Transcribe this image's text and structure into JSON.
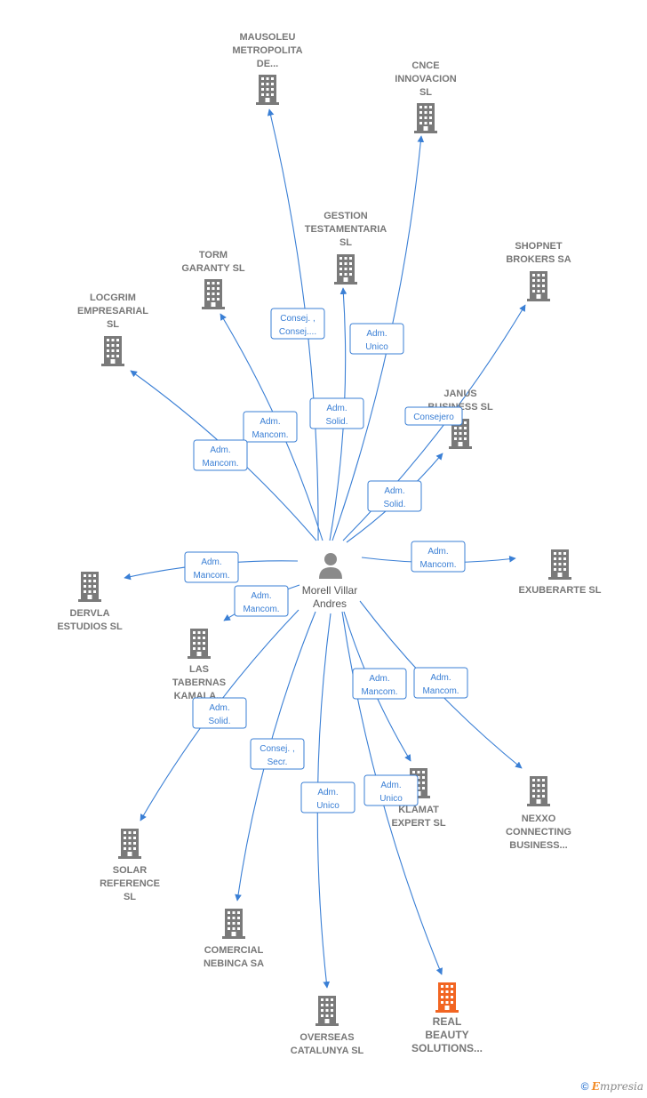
{
  "colors": {
    "edge": "#3a7fd5",
    "building": "#7a7a7a",
    "building_highlight": "#f26522",
    "person": "#8a8a8a"
  },
  "center": {
    "name": [
      "Morell Villar",
      "Andres"
    ],
    "icon": "person-icon"
  },
  "companies": [
    {
      "id": "mausoleu",
      "label": [
        "MAUSOLEU",
        "METROPOLITA",
        "DE..."
      ]
    },
    {
      "id": "cnce",
      "label": [
        "CNCE",
        "INNOVACION",
        "SL"
      ]
    },
    {
      "id": "gestion",
      "label": [
        "GESTION",
        "TESTAMENTARIA",
        "SL"
      ]
    },
    {
      "id": "torm",
      "label": [
        "TORM",
        "GARANTY  SL"
      ]
    },
    {
      "id": "shopnet",
      "label": [
        "SHOPNET",
        "BROKERS SA"
      ]
    },
    {
      "id": "locgrim",
      "label": [
        "LOCGRIM",
        "EMPRESARIAL",
        "SL"
      ]
    },
    {
      "id": "janus",
      "label": [
        "JANUS",
        "BUSINESS SL"
      ]
    },
    {
      "id": "exuberarte",
      "label": [
        "EXUBERARTE SL"
      ]
    },
    {
      "id": "dervla",
      "label": [
        "DERVLA",
        "ESTUDIOS  SL"
      ]
    },
    {
      "id": "tabernas",
      "label": [
        "LAS",
        "TABERNAS",
        "KAMALA..."
      ]
    },
    {
      "id": "klamat",
      "label": [
        "KLAMAT",
        "EXPERT  SL"
      ]
    },
    {
      "id": "nexxo",
      "label": [
        "NEXXO",
        "CONNECTING",
        "BUSINESS..."
      ]
    },
    {
      "id": "solar",
      "label": [
        "SOLAR",
        "REFERENCE",
        "SL"
      ]
    },
    {
      "id": "comercial",
      "label": [
        "COMERCIAL",
        "NEBINCA SA"
      ]
    },
    {
      "id": "overseas",
      "label": [
        "OVERSEAS",
        "CATALUNYA SL"
      ]
    },
    {
      "id": "real",
      "label": [
        "REAL",
        "BEAUTY",
        "SOLUTIONS..."
      ],
      "highlight": true
    }
  ],
  "roles": [
    {
      "to": "mausoleu",
      "text": [
        "Consej. ,",
        "Consej...."
      ]
    },
    {
      "to": "cnce",
      "text": [
        "Adm.",
        "Unico"
      ]
    },
    {
      "to": "gestion",
      "text": [
        "Adm.",
        "Solid."
      ]
    },
    {
      "to": "torm",
      "text": [
        "Adm.",
        "Mancom."
      ]
    },
    {
      "to": "shopnet",
      "text": [
        "Consejero"
      ]
    },
    {
      "to": "locgrim",
      "text": [
        "Adm.",
        "Mancom."
      ]
    },
    {
      "to": "janus",
      "text": [
        "Adm.",
        "Solid."
      ]
    },
    {
      "to": "exuberarte",
      "text": [
        "Adm.",
        "Mancom."
      ]
    },
    {
      "to": "dervla",
      "text": [
        "Adm.",
        "Mancom."
      ]
    },
    {
      "to": "tabernas",
      "text": [
        "Adm.",
        "Mancom."
      ]
    },
    {
      "to": "klamat",
      "text": [
        "Adm.",
        "Mancom."
      ]
    },
    {
      "to": "nexxo",
      "text": [
        "Adm.",
        "Mancom."
      ]
    },
    {
      "to": "solar",
      "text": [
        "Adm.",
        "Solid."
      ]
    },
    {
      "to": "comercial",
      "text": [
        "Consej. ,",
        "Secr."
      ]
    },
    {
      "to": "overseas",
      "text": [
        "Adm.",
        "Unico"
      ]
    },
    {
      "to": "real",
      "text": [
        "Adm.",
        "Unico"
      ]
    }
  ],
  "brand": {
    "copyright": "©",
    "e": "E",
    "rest": "mpresia"
  }
}
